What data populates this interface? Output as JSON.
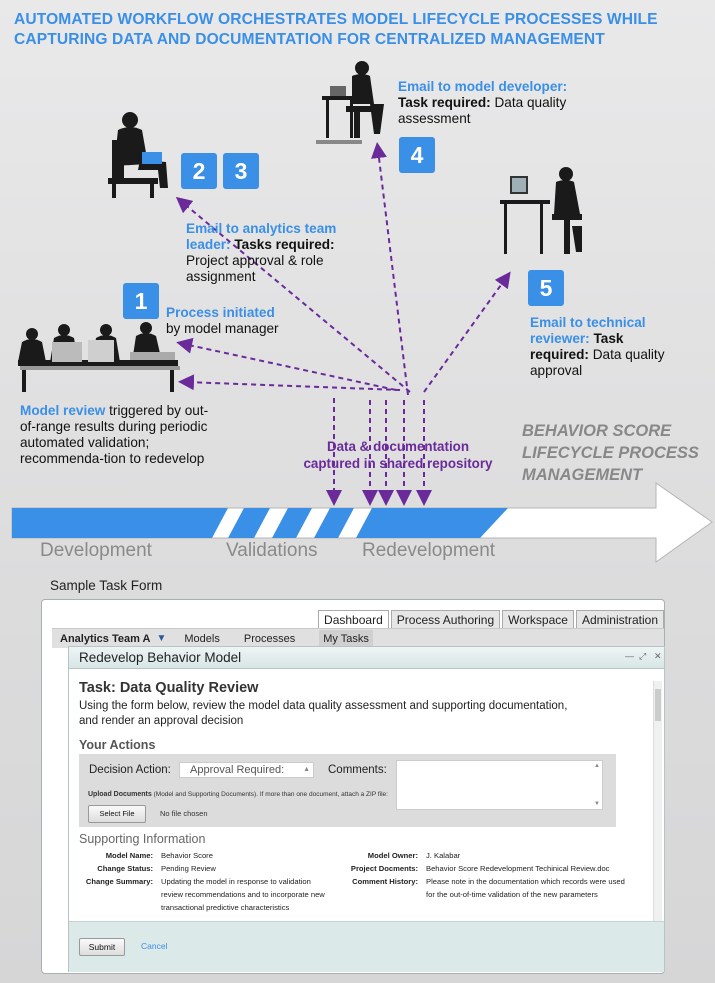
{
  "headline": "Automated workflow orchestrates model lifecycle processes while capturing data and documentation for centralized management",
  "steps": {
    "badge_1": "1",
    "badge_2": "2",
    "badge_3": "3",
    "badge_4": "4",
    "badge_5": "5",
    "process_initiated": "Process initiated",
    "by_model_manager": "by model manager",
    "email_analytics": "Email to analytics team leader:",
    "tasks_required": "Tasks required:",
    "analytics_tasks": "Project approval & role assignment",
    "email_developer": "Email to model developer:",
    "task_required": "Task required:",
    "developer_task": "Data quality assessment",
    "email_technical": "Email to technical reviewer:",
    "task_required_2": "Task required:",
    "technical_task": "Data quality approval",
    "model_review": "Model review",
    "model_review_rest": "triggered by out-of-range results during periodic automated validation; recommenda-tion to redevelop"
  },
  "repository_caption": "Data & documentation captured in shared repository",
  "lifecycle_title": "Behavior Score Lifecycle Process Management",
  "phases": [
    "Development",
    "Validations",
    "Redevelopment"
  ],
  "colors": {
    "accent": "#3a8fe6",
    "purple": "#6a2a9a"
  },
  "form": {
    "caption": "Sample Task Form",
    "tabs": [
      "Dashboard",
      "Process Authoring",
      "Workspace",
      "Administration"
    ],
    "subnav": {
      "team": "Analytics Team A",
      "items": [
        "Models",
        "Processes",
        "My Tasks"
      ]
    },
    "dialog_title": "Redevelop Behavior Model",
    "task_title": "Task: Data Quality Review",
    "task_desc": "Using the form below, review the model data quality assessment and supporting documentation, and render an approval decision",
    "your_actions": "Your Actions",
    "decision_label": "Decision Action:",
    "decision_value": "Approval Required:",
    "comments_label": "Comments:",
    "upload_label": "Upload Documents",
    "upload_hint": "(Model and Supporting Documents). If more than one document, attach a ZIP file:",
    "select_file": "Select File",
    "no_file": "No file chosen",
    "supporting_info": "Supporting Information",
    "fields": {
      "model_name_k": "Model Name:",
      "model_name_v": "Behavior Score",
      "change_status_k": "Change Status:",
      "change_status_v": "Pending Review",
      "change_summary_k": "Change Summary:",
      "change_summary_v": "Updating the model in response to validation review recommendations and to incorporate new transactional predictive characteristics",
      "model_owner_k": "Model Owner:",
      "model_owner_v": "J. Kalabar",
      "project_docs_k": "Project Docments:",
      "project_docs_v": "Behavior Score Redevelopment Techinical Review.doc",
      "comment_history_k": "Comment History:",
      "comment_history_v": "Please note in the documentation which records were used for the out-of-time validation of the new parameters"
    },
    "submit": "Submit",
    "cancel": "Cancel"
  }
}
